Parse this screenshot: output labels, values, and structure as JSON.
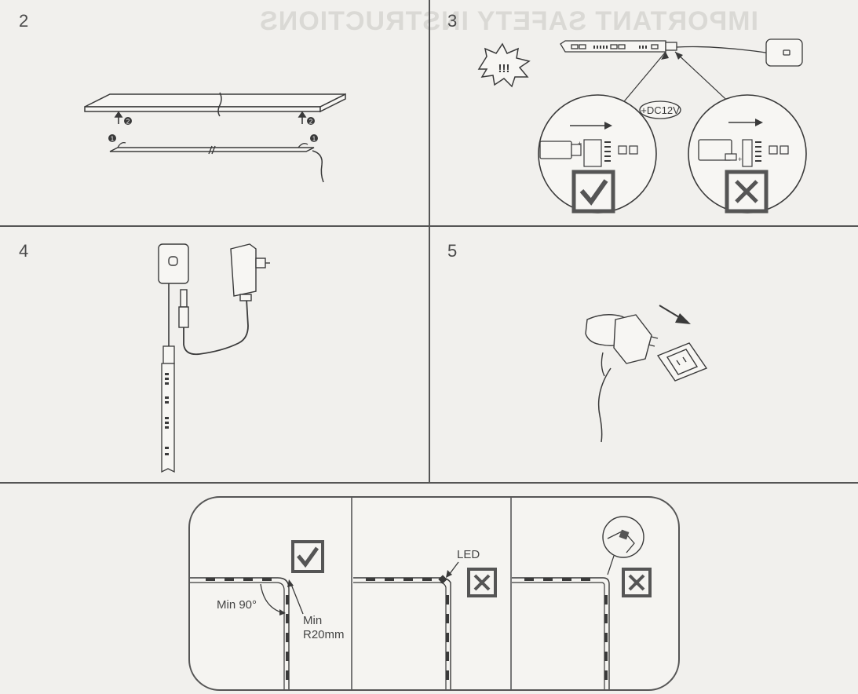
{
  "steps": {
    "s2": "2",
    "s3": "3",
    "s4": "4",
    "s5": "5"
  },
  "step3": {
    "voltage_label": "+DC12V",
    "warning_text": "!!!"
  },
  "step6": {
    "angle_label": "Min 90°",
    "radius_label_line1": "Min",
    "radius_label_line2": "R20mm",
    "led_label": "LED"
  },
  "bleed_heading": "IMPORTANT SAFETY INSTRUCTIONS",
  "colors": {
    "line": "#3a3a3a",
    "ok_box": "#555555",
    "bg": "#f1f0ed"
  }
}
